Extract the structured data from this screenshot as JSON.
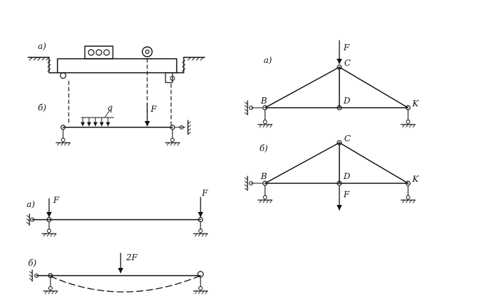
{
  "top_left": {
    "label_a": "а)",
    "label_b": "б)",
    "load_q": "q",
    "force": "F"
  },
  "bottom_left": {
    "label_a": "а)",
    "label_b": "б)",
    "force_left": "F",
    "force_right": "F",
    "force_mid": "2F"
  },
  "truss": {
    "label_a": "а)",
    "label_b": "б)",
    "force_top": "F",
    "force_bottom": "F",
    "node_B_a": "B",
    "node_C_a": "C",
    "node_D_a": "D",
    "node_K_a": "K",
    "node_B_b": "B",
    "node_C_b": "C",
    "node_D_b": "D",
    "node_K_b": "K"
  }
}
